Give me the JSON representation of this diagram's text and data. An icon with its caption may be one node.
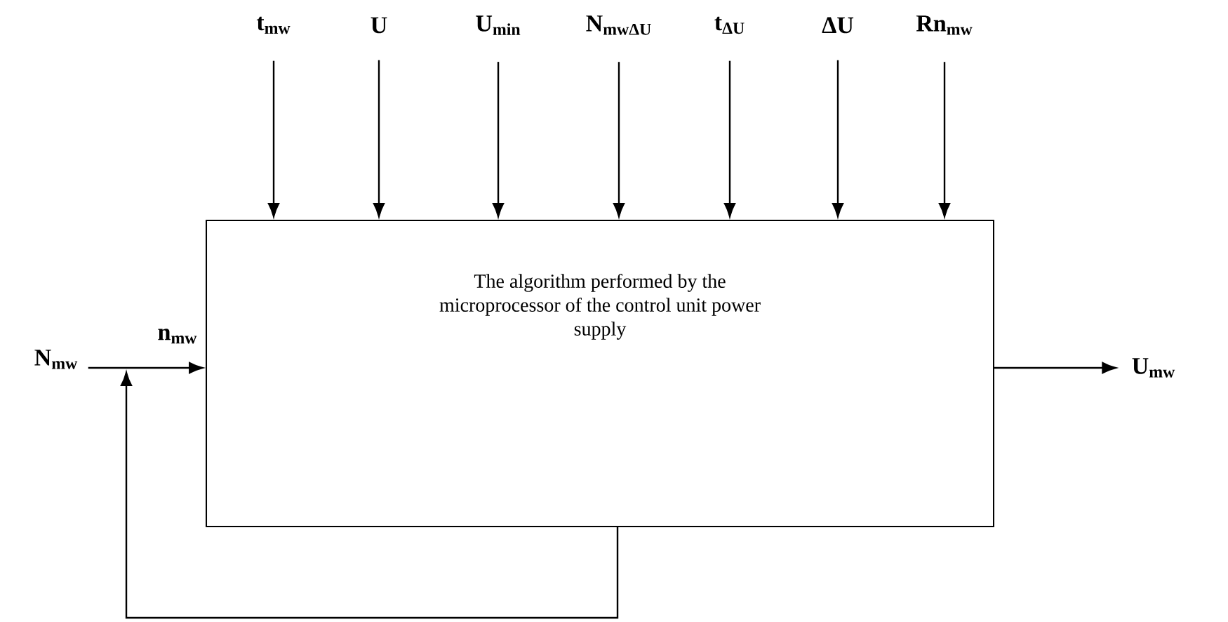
{
  "diagram": {
    "nodes": [
      {
        "text": [
          "The algorithm performed by the microprocessor of the control unit power supply"
        ]
      },
      {
        "text": [
          "t$_{mw}$"
        ]
      },
      {
        "text": [
          "U"
        ]
      },
      {
        "text": [
          "U$_{min}$"
        ]
      },
      {
        "text": [
          "N$_{mwΔU}$"
        ]
      },
      {
        "text": [
          "t$_{ΔU}$"
        ]
      },
      {
        "text": [
          "ΔU"
        ]
      },
      {
        "text": [
          "Rn$_{mw}$"
        ]
      },
      {
        "text": [
          "N$_{mw}$"
        ]
      },
      {
        "text": [
          "U$_{mw}$"
        ]
      }
    ],
    "edges": [
      {
        "from": 1,
        "to": 0,
        "arrow": "to"
      },
      {
        "from": 2,
        "to": 0,
        "arrow": "to"
      },
      {
        "from": 3,
        "to": 0,
        "arrow": "to"
      },
      {
        "from": 4,
        "to": 0,
        "arrow": "to"
      },
      {
        "from": 5,
        "to": 0,
        "arrow": "to"
      },
      {
        "from": 6,
        "to": 0,
        "arrow": "to"
      },
      {
        "from": 7,
        "to": 0,
        "arrow": "to"
      },
      {
        "from": 8,
        "to": 0,
        "arrow": "to",
        "label": "n$_{mw}$"
      },
      {
        "from": 0,
        "to": 9,
        "arrow": "to"
      },
      {
        "from": 0,
        "to": null,
        "arrow": "to"
      }
    ]
  }
}
